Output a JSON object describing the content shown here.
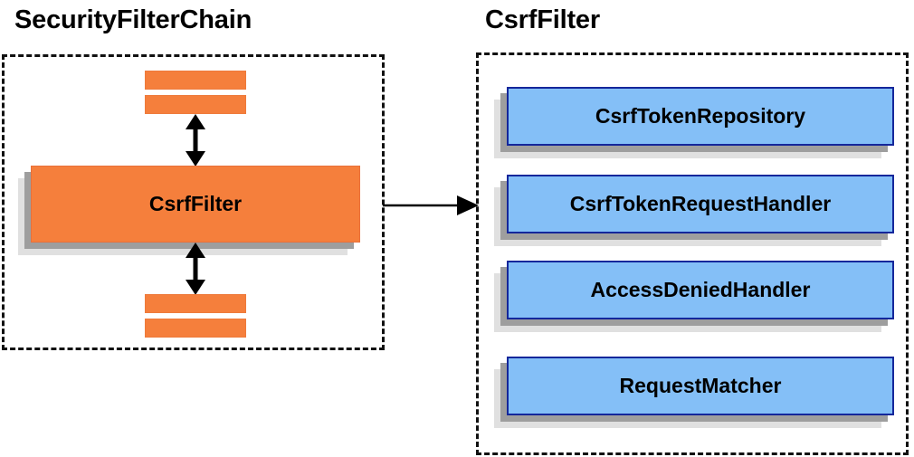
{
  "diagram": {
    "type": "component-relationship",
    "background_color": "#ffffff",
    "palette": {
      "orange_fill": "#f57f3c",
      "blue_fill": "#84bff7",
      "blue_border": "#14279b",
      "shadow_dark": "#9e9e9e",
      "shadow_light": "#e0e0e0",
      "line_color": "#000000",
      "dashed_border": "#111111"
    }
  },
  "panels": [
    {
      "id": "securityfilterchain",
      "title": "SecurityFilterChain",
      "border_style": "dashed",
      "filters_above": [
        "",
        ""
      ],
      "focus_component": "CsrfFilter",
      "filters_below": [
        "",
        ""
      ]
    },
    {
      "id": "csrffilter",
      "title": "CsrfFilter",
      "border_style": "dashed",
      "collaborators": [
        "CsrfTokenRepository",
        "CsrfTokenRequestHandler",
        "AccessDeniedHandler",
        "RequestMatcher"
      ]
    }
  ],
  "connections": [
    {
      "id": "chain-up",
      "from": "CsrfFilter",
      "to": "filters-above",
      "style": "double-headed-vertical-arrow"
    },
    {
      "id": "chain-down",
      "from": "CsrfFilter",
      "to": "filters-below",
      "style": "double-headed-vertical-arrow"
    },
    {
      "id": "expand",
      "from": "SecurityFilterChain.CsrfFilter",
      "to": "CsrfFilter panel",
      "style": "single-headed-horizontal-arrow"
    }
  ]
}
